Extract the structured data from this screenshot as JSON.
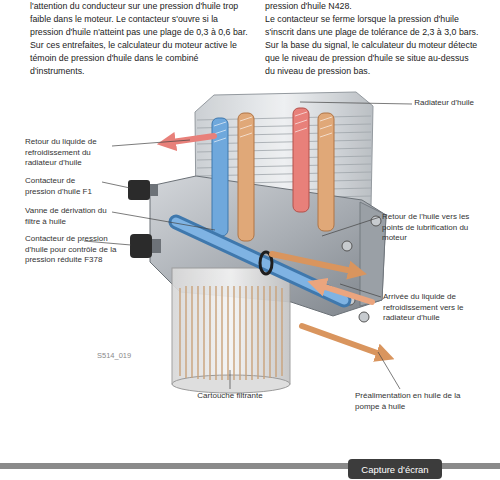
{
  "diagram": {
    "nodes": [
      {
        "text": [
          "Capture d'écran"
        ]
      }
    ],
    "labels": [
      "l'attention du conducteur sur une pression d'huile trop faible dans le moteur. Le contacteur s'ouvre si la pression d'huile n'atteint pas une plage de 0,3 à 0,6 bar. Sur ces entrefaites, le calculateur du moteur active le témoin de pression d'huile dans le combiné d'instruments.",
      "pression d'huile N428.",
      "Le contacteur se ferme lorsque la pression d'huile s'inscrit dans une plage de tolérance de 2,3 à 3,0 bars. Sur la base du signal, le calculateur du moteur détecte que le niveau de pression d'huile se situe au-dessus du niveau de pression bas.",
      "Radiateur d'huile",
      "Retour du liquide de refroidissement du radiateur d'huile",
      "Contacteur de pression d'huile F1",
      "Vanne de dérivation du filtre à huile",
      "Retour de l'huile vers les points de lubrification du moteur",
      "Contacteur de pression d'huile pour contrôle de la pression réduite F378",
      "Arrivée du liquide de refroidissement vers le radiateur d'huile",
      "S514_019",
      "Cartouche filtrante",
      "Préalimentation en huile de la pompe à huile"
    ]
  }
}
